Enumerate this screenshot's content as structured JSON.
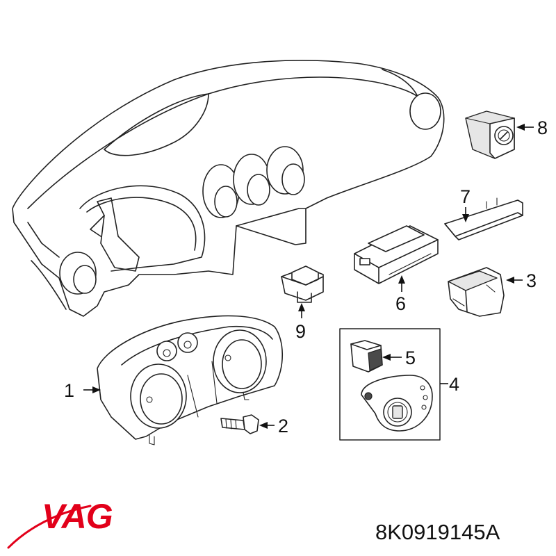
{
  "brand": {
    "logo_text": "VAG",
    "logo_color": "#e2001a"
  },
  "part_number": "8K0919145A",
  "callouts": [
    "1",
    "2",
    "3",
    "4",
    "5",
    "6",
    "7",
    "8",
    "9"
  ]
}
